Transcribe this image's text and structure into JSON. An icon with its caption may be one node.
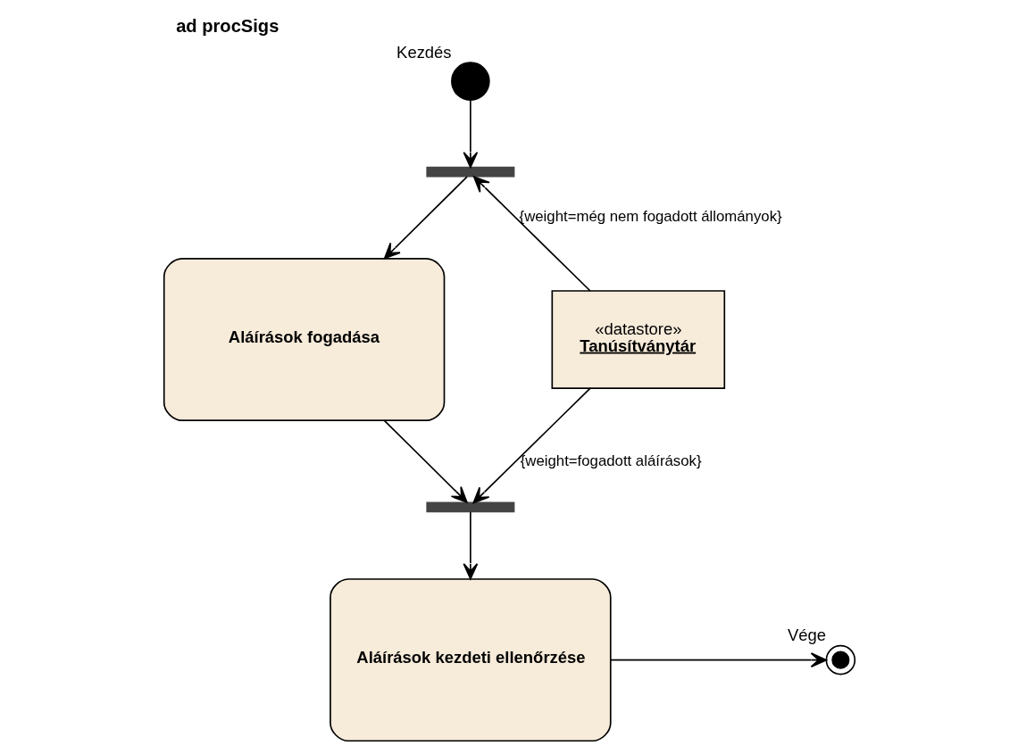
{
  "diagram": {
    "title": "ad procSigs",
    "nodes": [
      {
        "text": [],
        "shape": "circle",
        "beside": [
          "Kezdés"
        ]
      },
      {
        "text": [],
        "shape": "bar"
      },
      {
        "text": [
          "Aláírások fogadása"
        ]
      },
      {
        "text": [
          "«datastore»",
          "Tanúsítványtár"
        ]
      },
      {
        "text": [],
        "shape": "bar"
      },
      {
        "text": [
          "Aláírások kezdeti ellenőrzése"
        ]
      },
      {
        "text": [],
        "shape": "circle",
        "beside": [
          "Vége"
        ]
      }
    ],
    "edges": [
      {
        "from": 0,
        "to": 1,
        "arrow": "to"
      },
      {
        "from": 3,
        "to": 1,
        "arrow": "to",
        "label": "{weight=még nem fogadott állományok}"
      },
      {
        "from": 1,
        "to": 2,
        "arrow": "to"
      },
      {
        "from": 2,
        "to": 4,
        "arrow": "to"
      },
      {
        "from": 3,
        "to": 4,
        "arrow": "to",
        "label": "{weight=fogadott aláírások}"
      },
      {
        "from": 4,
        "to": 5,
        "arrow": "to"
      },
      {
        "from": 5,
        "to": 6,
        "arrow": "to"
      }
    ]
  }
}
